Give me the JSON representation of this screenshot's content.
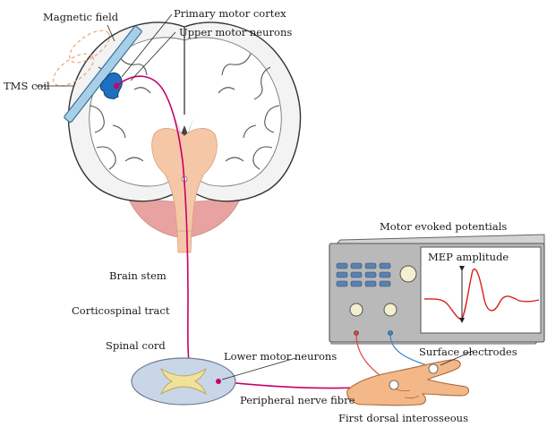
{
  "labels": {
    "magnetic_field": "Magnetic field",
    "primary_motor_cortex": "Primary motor cortex",
    "upper_motor_neurons": "Upper motor neurons",
    "tms_coil": "TMS coil",
    "brain_stem": "Brain stem",
    "corticospinal_tract": "Corticospinal tract",
    "spinal_cord": "Spinal cord",
    "lower_motor_neurons": "Lower motor neurons",
    "peripheral_nerve_fibre": "Peripheral nerve fibre",
    "first_dorsal_interosseous": "First dorsal interosseous",
    "motor_evoked_potentials": "Motor evoked potentials",
    "mep_amplitude": "MEP amplitude",
    "surface_electrodes": "Surface electrodes"
  },
  "colors": {
    "nerve_pathway": "#c8006e",
    "tms_coil": "#a8cfe8",
    "stimulation_site": "#1f6fc0",
    "brain_stem": "#f6c7a6",
    "cerebellum": "#e8a2a0",
    "spinal_cord_white_matter": "#c9d6e8",
    "spinal_cord_grey_matter": "#f1e29a",
    "oscilloscope_body": "#b9b9b9",
    "mep_trace": "#d62020",
    "electrode_lead_red": "#e04040",
    "electrode_lead_blue": "#3a88d0"
  }
}
